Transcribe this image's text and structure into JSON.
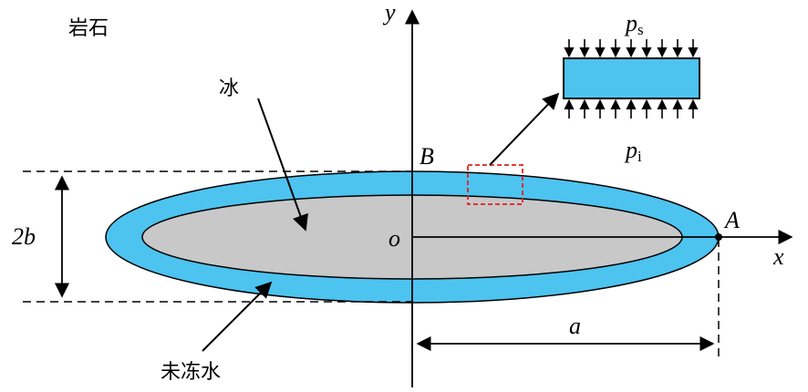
{
  "labels": {
    "rock": "岩石",
    "ice": "冰",
    "unfrozen_water": "未冻水",
    "axis_y": "y",
    "axis_x": "x",
    "point_b": "B",
    "point_a": "A",
    "origin": "o",
    "dim_2b": "2b",
    "dim_a": "a",
    "ps_symbol": "p",
    "ps_sub": "s",
    "pi_symbol": "p",
    "pi_sub": "i"
  },
  "colors": {
    "unfrozen_water": "#4dc3f0",
    "ice": "#c8c8c8",
    "outline": "#000000",
    "highlight_box": "#e02020"
  }
}
